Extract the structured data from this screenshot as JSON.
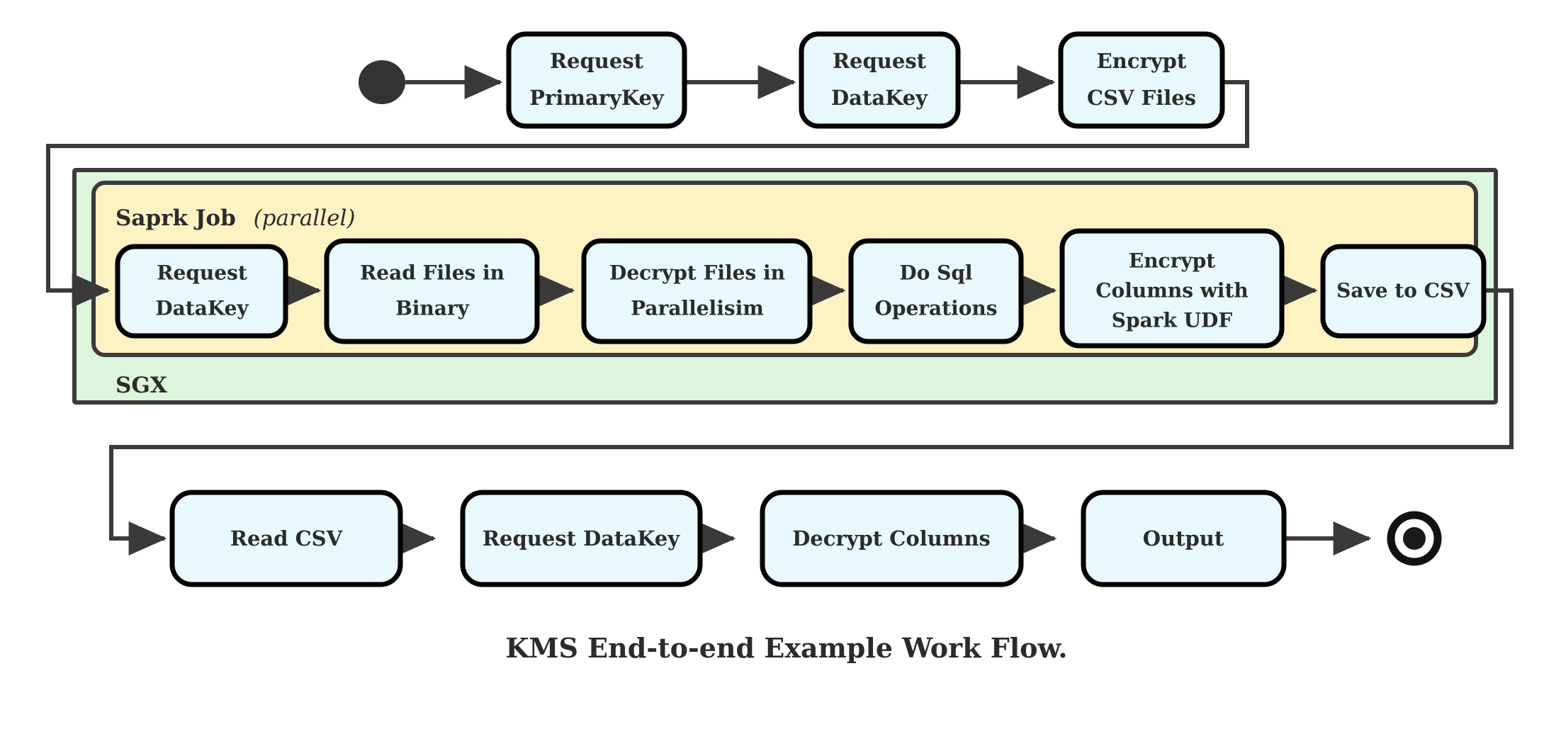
{
  "diagram": {
    "caption": "KMS End-to-end Example Work Flow.",
    "colors": {
      "node_fill": "#e8f8fc",
      "node_stroke": "#000000",
      "sgx_fill": "#ddf5dd",
      "spark_fill": "#fdf3c2",
      "container_stroke": "#3a3a3a",
      "edge_stroke": "#3a3a3a",
      "text": "#2b2b2b",
      "background": "#ffffff"
    },
    "start_node": {
      "name": "start",
      "shape": "filled-circle"
    },
    "end_node": {
      "name": "end",
      "shape": "double-circle"
    },
    "containers": [
      {
        "id": "sgx",
        "label": "SGX",
        "fill": "#ddf5dd"
      },
      {
        "id": "spark",
        "label_bold": "Saprk Job",
        "label_italic": "(parallel)",
        "fill": "#fdf3c2"
      }
    ],
    "top_row": [
      {
        "id": "request-primarykey",
        "lines": [
          "Request",
          "PrimaryKey"
        ]
      },
      {
        "id": "request-datakey-top",
        "lines": [
          "Request",
          "DataKey"
        ]
      },
      {
        "id": "encrypt-csv-files",
        "lines": [
          "Encrypt",
          "CSV Files"
        ]
      }
    ],
    "spark_row": [
      {
        "id": "request-datakey-spark",
        "lines": [
          "Request",
          "DataKey"
        ]
      },
      {
        "id": "read-files-in-binary",
        "lines": [
          "Read Files in",
          "Binary"
        ]
      },
      {
        "id": "decrypt-files-in-parallelisim",
        "lines": [
          "Decrypt Files in",
          "Parallelisim"
        ]
      },
      {
        "id": "do-sql-operations",
        "lines": [
          "Do Sql",
          "Operations"
        ]
      },
      {
        "id": "encrypt-columns-with-spark-udf",
        "lines": [
          "Encrypt",
          "Columns with",
          "Spark UDF"
        ]
      },
      {
        "id": "save-to-csv",
        "lines": [
          "Save to CSV"
        ]
      }
    ],
    "bottom_row": [
      {
        "id": "read-csv",
        "lines": [
          "Read CSV"
        ]
      },
      {
        "id": "request-datakey-bottom",
        "lines": [
          "Request DataKey"
        ]
      },
      {
        "id": "decrypt-columns",
        "lines": [
          "Decrypt Columns"
        ]
      },
      {
        "id": "output",
        "lines": [
          "Output"
        ]
      }
    ]
  }
}
